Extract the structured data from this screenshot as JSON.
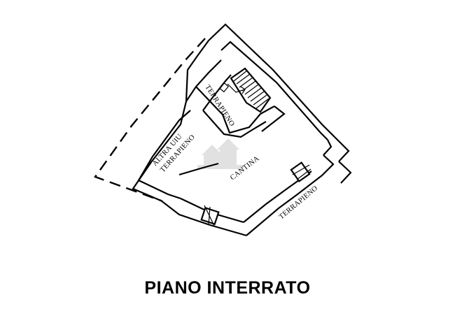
{
  "plan": {
    "title": "PIANO INTERRATO",
    "rooms": {
      "terrapieno_upper": "TERRAPIENO",
      "altra_uiu_line1": "ALTRA UIU",
      "altra_uiu_line2": "TERRAPIENO",
      "cantina": "CANTINA",
      "terrapieno_lower": "TERRAPIENO"
    }
  }
}
